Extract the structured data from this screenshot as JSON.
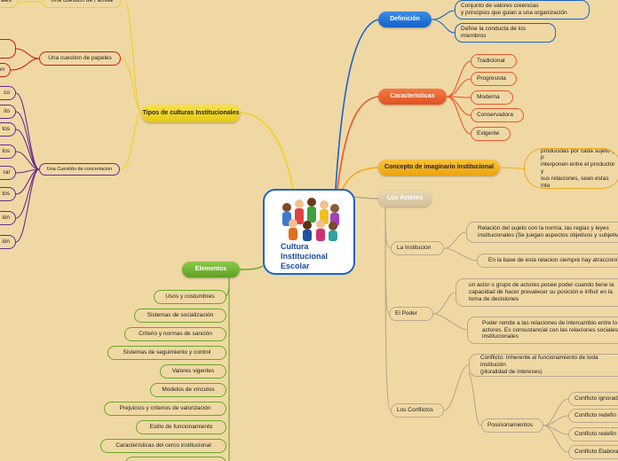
{
  "central": {
    "title": "Cultura\nInstitucional\nEscolar"
  },
  "right": {
    "definicion": {
      "label": "Definición",
      "items": [
        "Conjunto de valores creencias\ny principios que guian a una organización",
        "Define la conducta de los\nmiembros"
      ]
    },
    "caracteristicas": {
      "label": "Caracteristicas",
      "items": [
        "Tradicional",
        "Progresista",
        "Moderna",
        "Conservadora",
        "Exigente"
      ]
    },
    "concepto": {
      "label": "Concepto de imaginario institucional",
      "text": "es el conjunto de imágenes y r\nproducidas por cada sujeto y p\ninterponen entre el productor y\nsus relaciones, sean estas inte\nvínculos con el conocimiento."
    },
    "actores": {
      "label": "Los Actores",
      "institucion": {
        "label": "La Institucion",
        "items": [
          "Relación del sujeto con la norma, las reglas y leyes\ninstitucionales (Se juegan aspectos objetivos y subjetiv",
          "En la base de esta relacion siempre hay atraccion/"
        ]
      },
      "poder": {
        "label": "El Poder",
        "items": [
          "un actor o grupo de actores posee poder cuando tiene la\ncapacidad de hacer prevalecer su posición e influir en la\ntoma de decisiones",
          "Poder remite a las relaciones de intercambio entre lo\nactores. Es consustancial con las relaciones sociales\ninstitucionales"
        ]
      },
      "conflictos": {
        "label": "Los Conflictos",
        "intro": "Conflicto: Inherente al funcionamiento de toda institución\n(pluralidad de intereses)",
        "posicionamientos": {
          "label": "Posicionamientos",
          "items": [
            "Conflicto ignorad",
            "Conflicto redefin",
            "Conflicto redefin",
            "Conflicto Elabora"
          ]
        }
      }
    }
  },
  "left": {
    "tipos": {
      "label": "Tipos de culturas Institucionales",
      "familia": {
        "label": "Una cuestion de Familia",
        "items": [
          "ales"
        ]
      },
      "papeles": {
        "label": "Una cuestion de papeles",
        "items": [
          "",
          "ion"
        ]
      },
      "concertacion": {
        "label": "Una Cuestión de concertacion",
        "items": [
          "co",
          "ito",
          "tos",
          "tos",
          "ral",
          "tos",
          "ión",
          "ión"
        ]
      }
    },
    "elementos": {
      "label": "Elementos",
      "items": [
        "Usos y costumbres",
        "Sistemas de socialización",
        "Criterio y normas de sanción",
        "Sistemas de seguimiento y control",
        "Valores vigentes",
        "Modelos de vínculos",
        "Prejuicios y criterios de valorización",
        "Estilo de funcionamiento",
        "Características del cerco institucional",
        ""
      ]
    }
  },
  "colors": {
    "definicion": "#1a64c8",
    "caracteristicas": "#e8582a",
    "concepto": "#f0a818",
    "actores": "#b8a890",
    "tipos": "#f0d020",
    "papeles": "#d01818",
    "concertacion": "#6a2a8c",
    "elementos": "#68a828"
  }
}
